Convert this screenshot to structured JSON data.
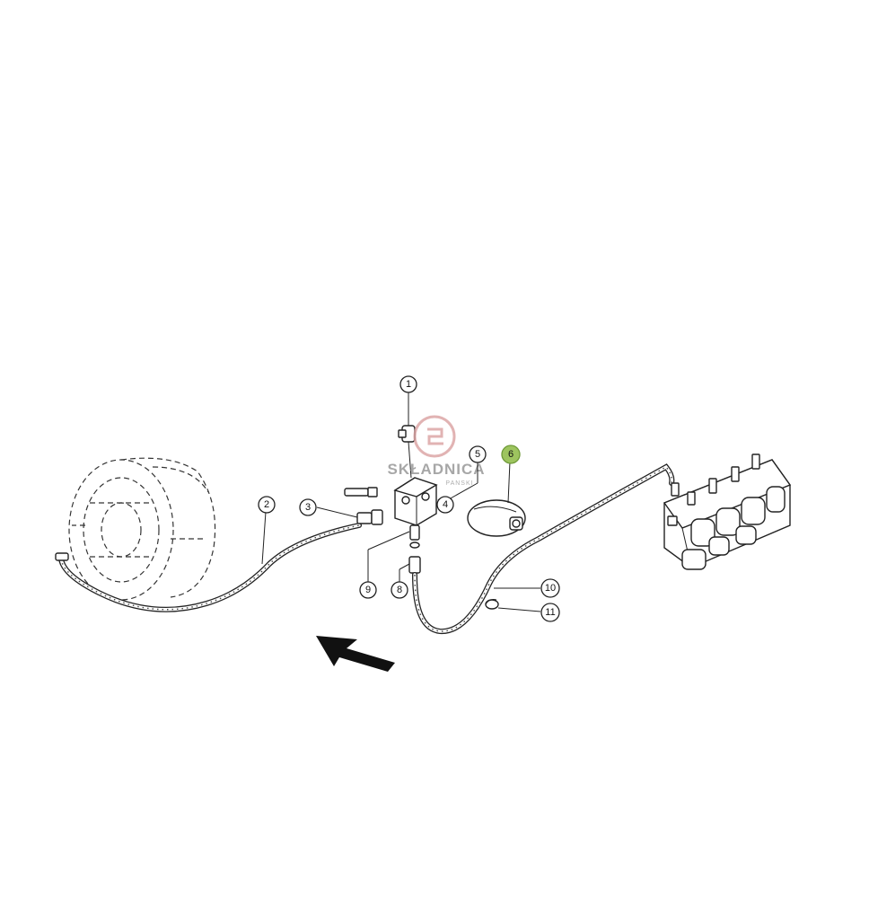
{
  "callouts": [
    {
      "id": "1",
      "label": "1"
    },
    {
      "id": "2",
      "label": "2"
    },
    {
      "id": "3",
      "label": "3"
    },
    {
      "id": "4",
      "label": "4"
    },
    {
      "id": "5",
      "label": "5"
    },
    {
      "id": "6",
      "label": "6",
      "highlighted": true
    },
    {
      "id": "7",
      "label": "8"
    },
    {
      "id": "8",
      "label": "9"
    },
    {
      "id": "9",
      "label": "10"
    },
    {
      "id": "10",
      "label": "11"
    }
  ],
  "watermark": {
    "brand": "SKŁADNICA",
    "sub": "PANSKI"
  },
  "colors": {
    "highlight": "#9dc45f",
    "watermark_logo": "#d9a0a0",
    "line": "#222222"
  },
  "icons": [
    "direction-arrow-icon",
    "watermark-logo-icon"
  ]
}
